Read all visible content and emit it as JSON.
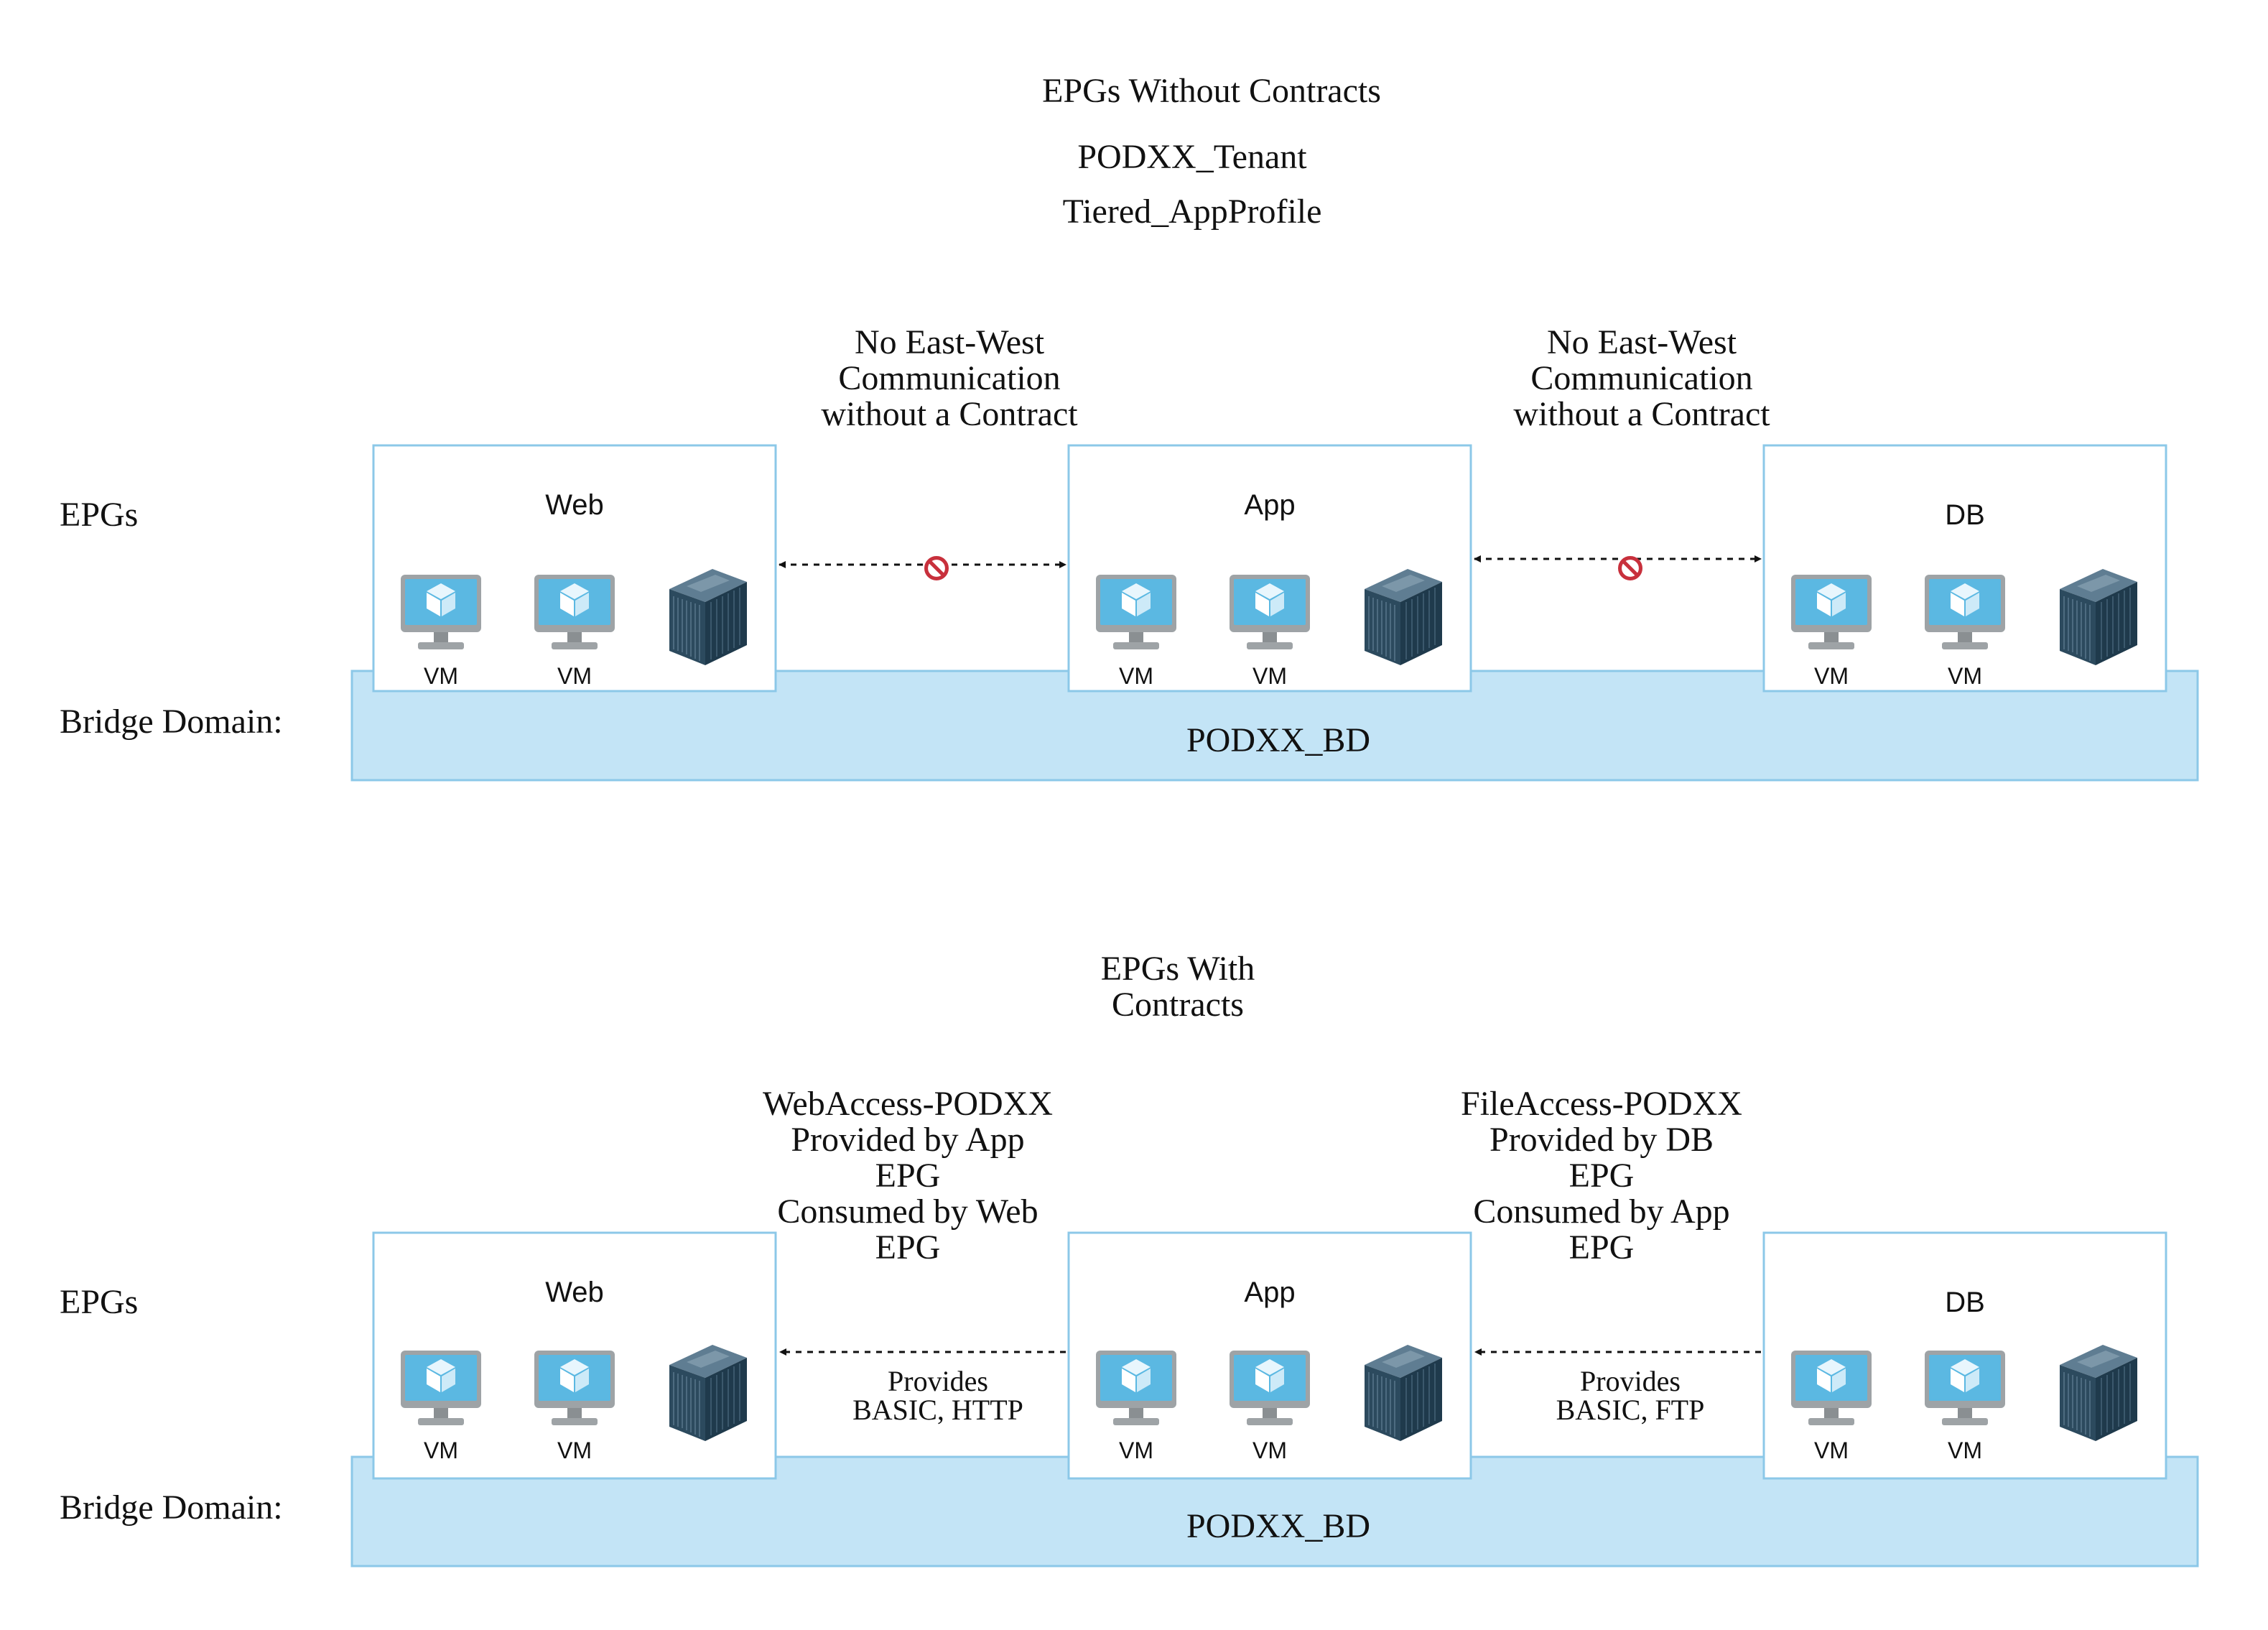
{
  "title": "EPGs Without Contracts",
  "tenant": "PODXX_Tenant",
  "app_profile": "Tiered_AppProfile",
  "colors": {
    "bridge_fill": "#c3e4f6",
    "bridge_stroke": "#8cc8e8",
    "epg_stroke": "#8cc8e8",
    "monitor_frame": "#9ea3a6",
    "monitor_screen": "#5bb8e2",
    "server_body": "#2c4a5e",
    "block_icon": "#c8303c"
  },
  "top": {
    "row_label": "EPGs",
    "bridge_label": "Bridge Domain:",
    "bridge_name": "PODXX_BD",
    "epgs": [
      {
        "name": "Web",
        "vm_labels": [
          "VM",
          "VM"
        ],
        "icon": "server-icon"
      },
      {
        "name": "App",
        "vm_labels": [
          "VM",
          "VM"
        ],
        "icon": "server-icon"
      },
      {
        "name": "DB",
        "vm_labels": [
          "VM",
          "VM"
        ],
        "icon": "server-icon"
      }
    ],
    "links": [
      {
        "lines": [
          "No East-West",
          "Communication",
          "without a Contract"
        ],
        "icon": "blocked-icon"
      },
      {
        "lines": [
          "No East-West",
          "Communication",
          "without a Contract"
        ],
        "icon": "blocked-icon"
      }
    ]
  },
  "bottom": {
    "title_lines": [
      "EPGs With",
      "Contracts"
    ],
    "row_label": "EPGs",
    "bridge_label": "Bridge Domain:",
    "bridge_name": "PODXX_BD",
    "epgs": [
      {
        "name": "Web",
        "vm_labels": [
          "VM",
          "VM"
        ],
        "icon": "server-icon"
      },
      {
        "name": "App",
        "vm_labels": [
          "VM",
          "VM"
        ],
        "icon": "server-icon"
      },
      {
        "name": "DB",
        "vm_labels": [
          "VM",
          "VM"
        ],
        "icon": "server-icon"
      }
    ],
    "contracts": [
      {
        "lines": [
          "WebAccess-PODXX",
          "Provided by App",
          "EPG",
          "Consumed by Web",
          "EPG"
        ],
        "provides": [
          "Provides",
          "BASIC, HTTP"
        ]
      },
      {
        "lines": [
          "FileAccess-PODXX",
          "Provided by DB",
          "EPG",
          "Consumed by App",
          "EPG"
        ],
        "provides": [
          "Provides",
          "BASIC, FTP"
        ]
      }
    ]
  }
}
